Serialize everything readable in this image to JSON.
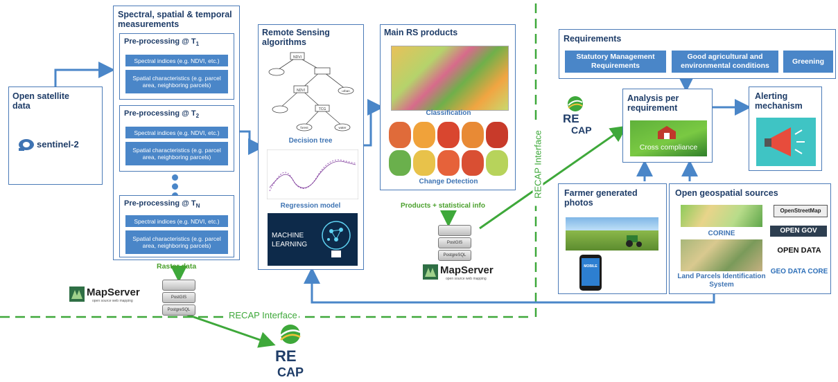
{
  "satellite": {
    "title": "Open satellite data",
    "logo_text": "sentinel-2"
  },
  "measurements": {
    "title": "Spectral, spatial & temporal measurements",
    "steps": [
      {
        "title": "Pre-processing @ T",
        "sub": "1",
        "indices": "Spectral indices (e.g. NDVI, etc.)",
        "spatial": "Spatial characteristics (e.g. parcel area, neighboring parcels)"
      },
      {
        "title": "Pre-processing @ T",
        "sub": "2",
        "indices": "Spectral indices (e.g. NDVI, etc.)",
        "spatial": "Spatial characteristics (e.g. parcel area, neighboring parcels)"
      },
      {
        "title": "Pre-processing @ T",
        "sub": "N",
        "indices": "Spectral indices (e.g. NDVI, etc.)",
        "spatial": "Spatial characteristics (e.g. parcel area, neighboring parcels)"
      }
    ]
  },
  "algorithms": {
    "title": "Remote Sensing algorithms",
    "decision_tree": "Decision tree",
    "regression": "Regression model",
    "ml_text": "MACHINE LEARNING",
    "tree_nodes": [
      "NDVI",
      "NDVI",
      "TCG",
      "forest",
      "water",
      "urban"
    ]
  },
  "products": {
    "title": "Main RS products",
    "classification": "Classification",
    "change": "Change Detection",
    "stat_label": "Products + statistical info"
  },
  "raster_label": "Raster data",
  "mapserver": {
    "text": "MapServer",
    "tag": "open source web mapping"
  },
  "db_labels": {
    "top": "",
    "mid": "PostGIS",
    "bottom": "PostgreSQL"
  },
  "interface_label": "RECAP Interface",
  "recap": {
    "re": "RE",
    "cap": "CAP"
  },
  "requirements": {
    "title": "Requirements",
    "items": [
      "Statutory Management Requirements",
      "Good agricultural and environmental conditions",
      "Greening"
    ]
  },
  "analysis": {
    "title": "Analysis per requirement",
    "image_text": "Cross compliance"
  },
  "alerting": {
    "title": "Alerting mechanism"
  },
  "farmer": {
    "title": "Farmer generated photos",
    "phone_text": "MOBILE"
  },
  "geo": {
    "title": "Open geospatial sources",
    "corine": "CORINE",
    "lpis": "Land Parcels Identification System",
    "logos": [
      "OpenStreetMap",
      "OPEN GOV",
      "OPEN DATA",
      "GEO DATA CORE"
    ]
  },
  "colors": {
    "blue": "#4a86c8",
    "border": "#4a7ab7",
    "green": "#3ea83a",
    "title": "#1f3d68"
  }
}
